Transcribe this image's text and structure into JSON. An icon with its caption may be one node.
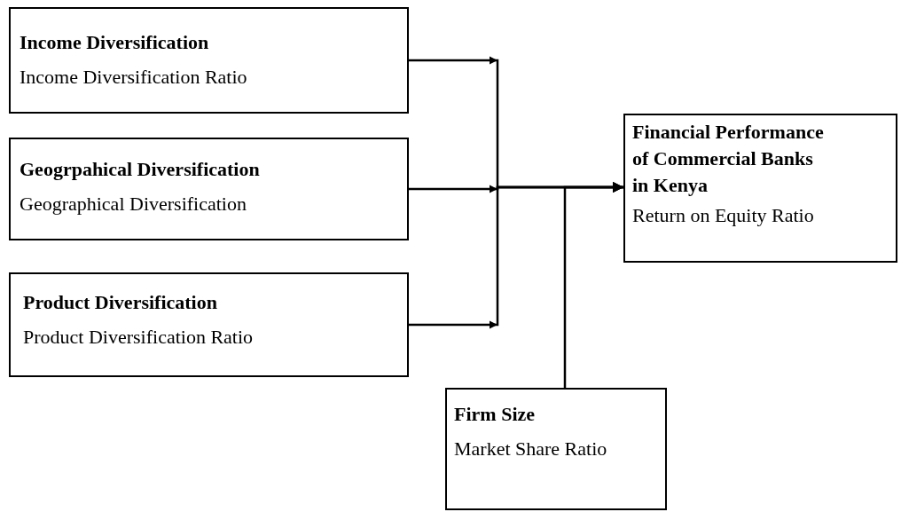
{
  "diagram": {
    "nodes": [
      {
        "text": [
          "Income Diversification",
          "Income Diversification Ratio"
        ]
      },
      {
        "text": [
          "Geogrpahical Diversification",
          "Geographical Diversification"
        ]
      },
      {
        "text": [
          "Product Diversification",
          "Product Diversification Ratio"
        ]
      },
      {
        "text": [
          "Financial Performance of Commercial Banks in Kenya",
          "Return on Equity Ratio"
        ]
      },
      {
        "text": [
          "Firm Size",
          "Market Share Ratio"
        ]
      }
    ],
    "edges": [
      {
        "from": 0,
        "to": 3,
        "arrow": "to"
      },
      {
        "from": 1,
        "to": 3,
        "arrow": "to"
      },
      {
        "from": 2,
        "to": 3,
        "arrow": "to"
      },
      {
        "from": 4,
        "to": 3,
        "arrow": "to"
      }
    ]
  }
}
